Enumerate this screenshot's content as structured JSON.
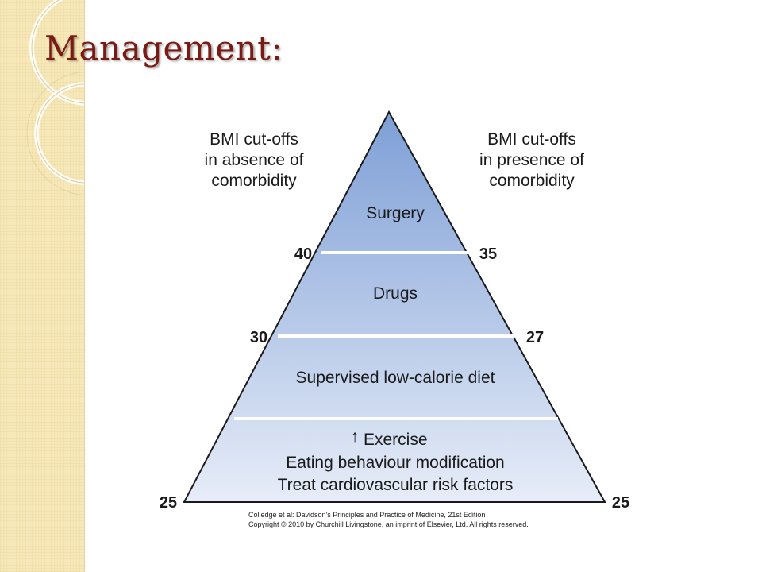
{
  "slide": {
    "title": "Management:"
  },
  "diagram": {
    "left_header": [
      "BMI cut-offs",
      "in absence of",
      "comorbidity"
    ],
    "right_header": [
      "BMI cut-offs",
      "in presence of",
      "comorbidity"
    ],
    "tiers": [
      {
        "lines": [
          "Surgery"
        ]
      },
      {
        "lines": [
          "Drugs"
        ]
      },
      {
        "lines": [
          "Supervised low-calorie diet"
        ]
      },
      {
        "lines": [
          "Exercise",
          "Eating behaviour modification",
          "Treat cardiovascular risk factors"
        ],
        "arrow_glyph": "↑"
      }
    ],
    "left_cutoffs": [
      "40",
      "30",
      "25"
    ],
    "right_cutoffs": [
      "35",
      "27",
      "25"
    ],
    "citation": [
      "Colledge et al: Davidson's Principles and Practice of Medicine, 21st Edition",
      "Copyright © 2010 by Churchill Livingstone, an imprint of Elsevier, Ltd. All rights reserved."
    ],
    "colors": {
      "apex": "#7e9fd6",
      "base": "#e7edf8",
      "outline": "#1a1a1a",
      "divider": "#ffffff"
    }
  }
}
